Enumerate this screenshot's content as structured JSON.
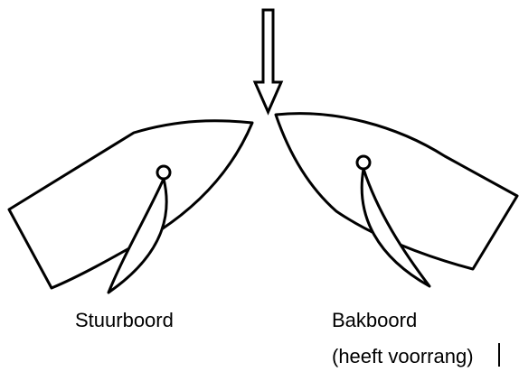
{
  "diagram": {
    "labels": {
      "starboard": "Stuurboord",
      "port": "Bakboord",
      "right_of_way": "(heeft voorrang)"
    },
    "icons": {
      "wind_arrow": "down-arrow-icon"
    },
    "colors": {
      "stroke": "#000000",
      "background": "#ffffff"
    }
  }
}
